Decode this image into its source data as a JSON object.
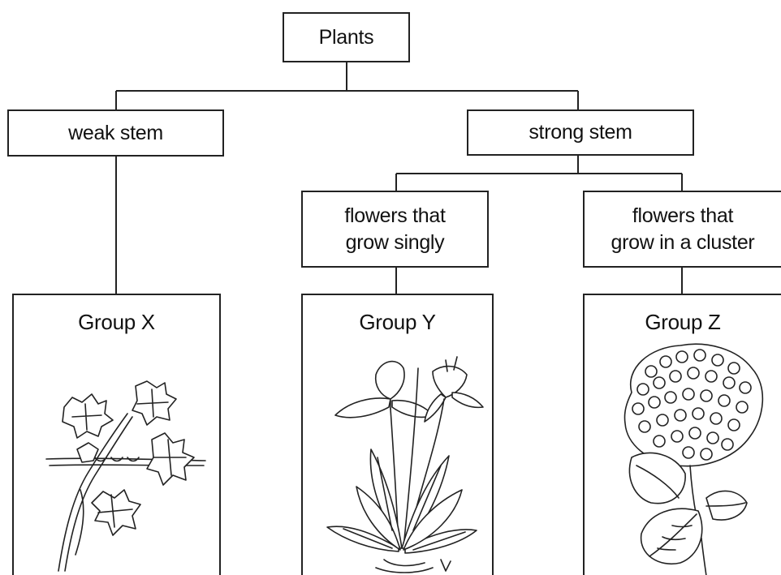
{
  "root": {
    "label": "Plants"
  },
  "branches": {
    "weak": {
      "label": "weak stem"
    },
    "strong": {
      "label": "strong stem"
    },
    "single": {
      "label_line1": "flowers that",
      "label_line2": "grow singly"
    },
    "cluster": {
      "label_line1": "flowers that",
      "label_line2": "grow in a cluster"
    }
  },
  "groups": [
    {
      "title": "Group X",
      "icon": "climbing-ivy-drawing"
    },
    {
      "title": "Group Y",
      "icon": "single-flower-plant-drawing"
    },
    {
      "title": "Group Z",
      "icon": "clustered-flower-drawing"
    }
  ],
  "colors": {
    "line": "#222222",
    "background": "#ffffff"
  }
}
